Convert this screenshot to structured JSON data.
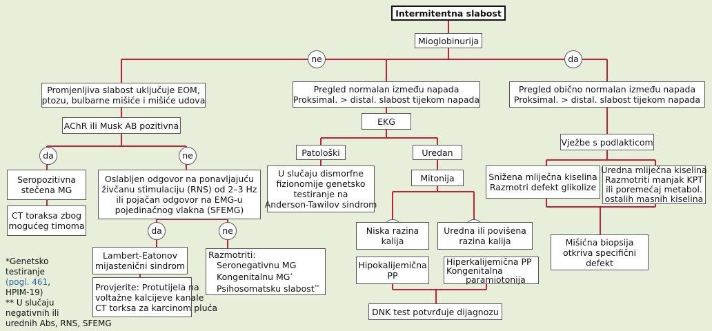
{
  "title": "Intermitentna slabost",
  "mioglobinurija": "Mioglobinurija",
  "ne": "ne",
  "da": "da",
  "left_root": [
    "Promjenljiva slabost uključuje EOM,",
    "ptozu, bulbarne mišiće i mišiće udova"
  ],
  "achr": "AChR ili Musk AB pozitivna",
  "seropositive": [
    "Seropozitivna",
    "stečena MG"
  ],
  "ct_thymoma": [
    "CT toraksa zbog",
    "mogućeg timoma"
  ],
  "rns": [
    "Oslabljen odgovor na ponavljajuću",
    "živčanu stimulaciju (RNS) od 2–3 Hz",
    "ili pojačan odgovor na EMG-u",
    "pojedinačnog vlakna (SFEMG)"
  ],
  "lambert": [
    "Lambert-Eatonov",
    "mijastenični sindrom"
  ],
  "provjerite": [
    "Provjerite: Protutijela na",
    "voltažne kalcijeve kanale",
    "CT torksa za karcinom pluća"
  ],
  "razmotriti": {
    "head": "Razmotriti:",
    "items": [
      "Seronegativnu MG",
      "Kongenitalnu MG",
      "Psihosomatsku slabost"
    ],
    "marks": [
      "*",
      "**"
    ]
  },
  "middle_root": [
    "Pregled normalan između napada",
    "Proksimal. > distal. slabost tijekom napada"
  ],
  "ekg": "EKG",
  "patoloski": "Patološki",
  "uredan": "Uredan",
  "dismorfne": [
    "U slučaju dismorfne",
    "fizionomije genetsko",
    "testiranje na",
    "Anderson-Tawilov sindrom"
  ],
  "mitonija": "Mitonija",
  "niska": [
    "Niska razina",
    "kalija"
  ],
  "urednakalij": [
    "Uredna ili povišena",
    "razina kalija"
  ],
  "hipo": [
    "Hipokalijemična",
    "PP"
  ],
  "hiper": [
    "Hiperkalijemična PP",
    "Kongenitalna",
    "paramiotonija"
  ],
  "dnk": "DNK test potvrđuje dijagnozu",
  "right_root": [
    "Pregled obično normalan između napada",
    "Proksimal. > distal. slabost  tijekom napada"
  ],
  "vjezbe": "Vježbe s podlakticom",
  "snizena": [
    "Snižena mliječna kiselina",
    "Razmotri defekt glikolize"
  ],
  "uredna_mk": [
    "Uredna mliječna kiselina",
    "Razmotriti manjak KPT",
    "ili poremećaj metabol.",
    "ostalih masnih kiselina"
  ],
  "biopsija": [
    "Mišićna biopsija",
    "otkriva specifični",
    "defekt"
  ],
  "footnote": {
    "l1": "*Genetsko",
    "l2": "testiranje",
    "l3_link": "(pogl. 461",
    "l3_rest": ",",
    "l4": "HPIM-19)",
    "l5": "** U slučaju",
    "l6": "negativnih ili",
    "l7": "urednih Abs, RNS, SFEMG"
  },
  "colors": {
    "line": "#c0213a",
    "background": "#e7efdb",
    "link": "#2e5fa8"
  }
}
